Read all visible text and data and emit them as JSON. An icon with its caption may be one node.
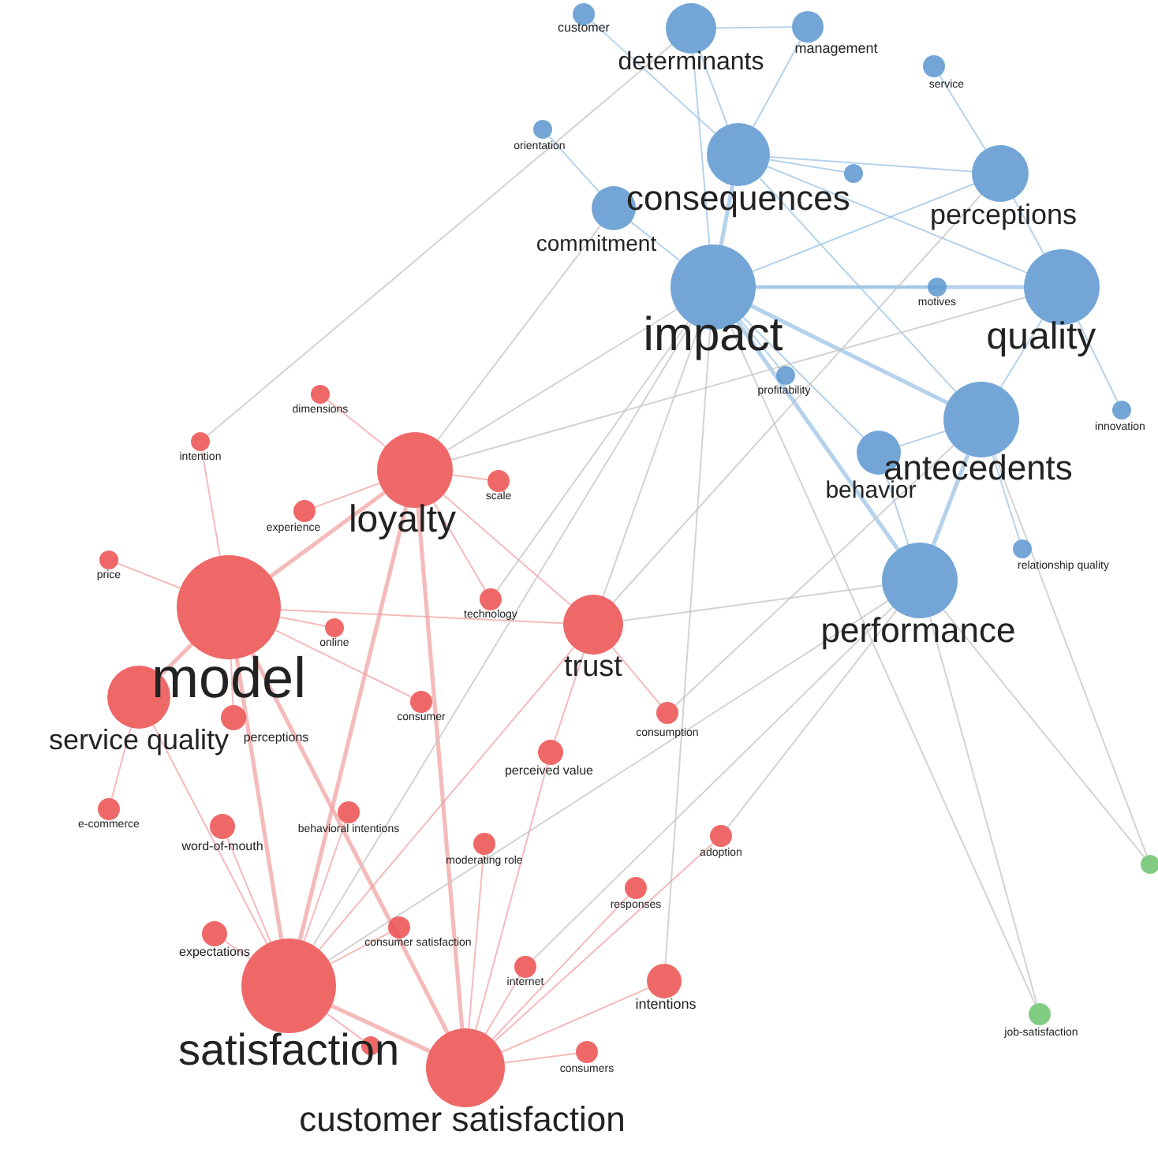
{
  "diagram": {
    "nodes": [
      {
        "text": [
          "customer"
        ]
      },
      {
        "text": [
          "determinants"
        ]
      },
      {
        "text": [
          "management"
        ]
      },
      {
        "text": [
          "service"
        ]
      },
      {
        "text": [
          "orientation"
        ]
      },
      {
        "text": [
          "consequences"
        ]
      },
      {
        "text": [],
        "shape": "circle"
      },
      {
        "text": [
          "perceptions"
        ]
      },
      {
        "text": [
          "commitment"
        ]
      },
      {
        "text": [
          "impact"
        ]
      },
      {
        "text": [
          "quality"
        ]
      },
      {
        "text": [
          "motives"
        ]
      },
      {
        "text": [
          "profitability"
        ]
      },
      {
        "text": [
          "innovation"
        ]
      },
      {
        "text": [
          "antecedents"
        ]
      },
      {
        "text": [
          "behavior"
        ]
      },
      {
        "text": [
          "relationship quality"
        ]
      },
      {
        "text": [
          "performance"
        ]
      },
      {
        "text": [
          "dimensions"
        ]
      },
      {
        "text": [
          "intention"
        ]
      },
      {
        "text": [
          "loyalty"
        ]
      },
      {
        "text": [
          "scale"
        ]
      },
      {
        "text": [
          "experience"
        ]
      },
      {
        "text": [
          "price"
        ]
      },
      {
        "text": [
          "model"
        ]
      },
      {
        "text": [
          "online"
        ]
      },
      {
        "text": [
          "technology"
        ]
      },
      {
        "text": [
          "trust"
        ]
      },
      {
        "text": [
          "service quality"
        ]
      },
      {
        "text": [
          "perceptions"
        ]
      },
      {
        "text": [
          "consumer"
        ]
      },
      {
        "text": [
          "consumption"
        ]
      },
      {
        "text": [
          "perceived value"
        ]
      },
      {
        "text": [
          "e-commerce"
        ]
      },
      {
        "text": [
          "word-of-mouth"
        ]
      },
      {
        "text": [
          "behavioral intentions"
        ]
      },
      {
        "text": [
          "adoption"
        ]
      },
      {
        "text": [
          "moderating role"
        ]
      },
      {
        "text": [
          "responses"
        ]
      },
      {
        "text": [
          "expectations"
        ]
      },
      {
        "text": [
          "consumer satisfaction"
        ]
      },
      {
        "text": [
          "internet"
        ]
      },
      {
        "text": [
          "intentions"
        ]
      },
      {
        "text": [
          "satisfaction"
        ]
      },
      {
        "text": [],
        "shape": "circle"
      },
      {
        "text": [
          "customer satisfaction"
        ]
      },
      {
        "text": [
          "consumers"
        ]
      },
      {
        "text": [
          "job-satisfaction"
        ]
      },
      {
        "text": [],
        "shape": "circle"
      }
    ],
    "edges": [
      {
        "from": 9,
        "to": 5,
        "arrow": "none",
        "color": "#9cc3e6",
        "style": "thick"
      },
      {
        "from": 9,
        "to": 10,
        "arrow": "none",
        "color": "#9cc3e6",
        "style": "thick"
      },
      {
        "from": 9,
        "to": 14,
        "arrow": "none",
        "color": "#9cc3e6",
        "style": "thick"
      },
      {
        "from": 9,
        "to": 17,
        "arrow": "none",
        "color": "#9cc3e6",
        "style": "thick"
      },
      {
        "from": 9,
        "to": 7,
        "arrow": "none",
        "color": "#9cc3e6"
      },
      {
        "from": 9,
        "to": 1,
        "arrow": "none",
        "color": "#9cc3e6"
      },
      {
        "from": 9,
        "to": 8,
        "arrow": "none",
        "color": "#9cc3e6"
      },
      {
        "from": 5,
        "to": 7,
        "arrow": "none",
        "color": "#9cc3e6"
      },
      {
        "from": 5,
        "to": 10,
        "arrow": "none",
        "color": "#9cc3e6"
      },
      {
        "from": 5,
        "to": 14,
        "arrow": "none",
        "color": "#9cc3e6"
      },
      {
        "from": 5,
        "to": 1,
        "arrow": "none",
        "color": "#9cc3e6"
      },
      {
        "from": 10,
        "to": 14,
        "arrow": "none",
        "color": "#9cc3e6"
      },
      {
        "from": 10,
        "to": 7,
        "arrow": "none",
        "color": "#9cc3e6"
      },
      {
        "from": 14,
        "to": 17,
        "arrow": "none",
        "color": "#9cc3e6",
        "style": "thick"
      },
      {
        "from": 15,
        "to": 17,
        "arrow": "none",
        "color": "#9cc3e6"
      },
      {
        "from": 9,
        "to": 15,
        "arrow": "none",
        "color": "#9cc3e6"
      },
      {
        "from": 15,
        "to": 14,
        "arrow": "none",
        "color": "#9cc3e6"
      },
      {
        "from": 1,
        "to": 2,
        "arrow": "none",
        "color": "#9cc3e6"
      },
      {
        "from": 7,
        "to": 3,
        "arrow": "none",
        "color": "#9cc3e6"
      },
      {
        "from": 9,
        "to": 12,
        "arrow": "none",
        "color": "#9cc3e6"
      },
      {
        "from": 14,
        "to": 16,
        "arrow": "none",
        "color": "#9cc3e6"
      },
      {
        "from": 10,
        "to": 13,
        "arrow": "none",
        "color": "#9cc3e6"
      },
      {
        "from": 8,
        "to": 4,
        "arrow": "none",
        "color": "#9cc3e6"
      },
      {
        "from": 0,
        "to": 5,
        "arrow": "none",
        "color": "#9cc3e6"
      },
      {
        "from": 11,
        "to": 9,
        "arrow": "none",
        "color": "#9cc3e6"
      },
      {
        "from": 6,
        "to": 5,
        "arrow": "none",
        "color": "#9cc3e6"
      },
      {
        "from": 2,
        "to": 5,
        "arrow": "none",
        "color": "#9cc3e6"
      },
      {
        "from": 24,
        "to": 20,
        "arrow": "none",
        "style": "thick"
      },
      {
        "from": 24,
        "to": 43,
        "arrow": "none",
        "style": "thick"
      },
      {
        "from": 24,
        "to": 27,
        "arrow": "none"
      },
      {
        "from": 24,
        "to": 28,
        "arrow": "none",
        "style": "thick"
      },
      {
        "from": 20,
        "to": 43,
        "arrow": "none",
        "style": "thick"
      },
      {
        "from": 20,
        "to": 45,
        "arrow": "none",
        "style": "thick"
      },
      {
        "from": 20,
        "to": 27,
        "arrow": "none"
      },
      {
        "from": 27,
        "to": 43,
        "arrow": "none"
      },
      {
        "from": 32,
        "to": 27,
        "arrow": "none"
      },
      {
        "from": 43,
        "to": 45,
        "arrow": "none",
        "style": "thick"
      },
      {
        "from": 24,
        "to": 45,
        "arrow": "none",
        "style": "thick"
      },
      {
        "from": 28,
        "to": 43,
        "arrow": "none"
      },
      {
        "from": 34,
        "to": 43,
        "arrow": "none"
      },
      {
        "from": 39,
        "to": 43,
        "arrow": "none"
      },
      {
        "from": 42,
        "to": 45,
        "arrow": "none"
      },
      {
        "from": 32,
        "to": 45,
        "arrow": "none"
      },
      {
        "from": 20,
        "to": 21,
        "arrow": "none"
      },
      {
        "from": 20,
        "to": 22,
        "arrow": "none"
      },
      {
        "from": 24,
        "to": 23,
        "arrow": "none"
      },
      {
        "from": 24,
        "to": 19,
        "arrow": "none"
      },
      {
        "from": 20,
        "to": 18,
        "arrow": "none"
      },
      {
        "from": 24,
        "to": 25,
        "arrow": "none"
      },
      {
        "from": 26,
        "to": 20,
        "arrow": "none"
      },
      {
        "from": 30,
        "to": 24,
        "arrow": "none"
      },
      {
        "from": 31,
        "to": 27,
        "arrow": "none"
      },
      {
        "from": 33,
        "to": 28,
        "arrow": "none"
      },
      {
        "from": 35,
        "to": 43,
        "arrow": "none"
      },
      {
        "from": 36,
        "to": 45,
        "arrow": "none"
      },
      {
        "from": 37,
        "to": 45,
        "arrow": "none"
      },
      {
        "from": 38,
        "to": 45,
        "arrow": "none"
      },
      {
        "from": 40,
        "to": 43,
        "arrow": "none"
      },
      {
        "from": 41,
        "to": 45,
        "arrow": "none"
      },
      {
        "from": 46,
        "to": 45,
        "arrow": "none"
      },
      {
        "from": 29,
        "to": 24,
        "arrow": "none"
      },
      {
        "from": 44,
        "to": 43,
        "arrow": "none"
      },
      {
        "from": 9,
        "to": 26,
        "arrow": "none",
        "color": "#c4c4c4"
      },
      {
        "from": 9,
        "to": 20,
        "arrow": "none",
        "color": "#c4c4c4"
      },
      {
        "from": 9,
        "to": 43,
        "arrow": "none",
        "color": "#c4c4c4"
      },
      {
        "from": 9,
        "to": 27,
        "arrow": "none",
        "color": "#c4c4c4"
      },
      {
        "from": 17,
        "to": 43,
        "arrow": "none",
        "color": "#c4c4c4"
      },
      {
        "from": 17,
        "to": 41,
        "arrow": "none",
        "color": "#c4c4c4"
      },
      {
        "from": 14,
        "to": 31,
        "arrow": "none",
        "color": "#c4c4c4"
      },
      {
        "from": 8,
        "to": 20,
        "arrow": "none",
        "color": "#c4c4c4"
      },
      {
        "from": 10,
        "to": 20,
        "arrow": "none",
        "color": "#c4c4c4"
      },
      {
        "from": 17,
        "to": 27,
        "arrow": "none",
        "color": "#c4c4c4"
      },
      {
        "from": 1,
        "to": 19,
        "arrow": "none",
        "color": "#c4c4c4"
      },
      {
        "from": 7,
        "to": 27,
        "arrow": "none",
        "color": "#c4c4c4"
      },
      {
        "from": 47,
        "to": 17,
        "arrow": "none",
        "color": "#c4c4c4"
      },
      {
        "from": 47,
        "to": 9,
        "arrow": "none",
        "color": "#c4c4c4"
      },
      {
        "from": 48,
        "to": 17,
        "arrow": "none",
        "color": "#c4c4c4"
      },
      {
        "from": 48,
        "to": 14,
        "arrow": "none",
        "color": "#c4c4c4"
      },
      {
        "from": 42,
        "to": 9,
        "arrow": "none",
        "color": "#c4c4c4"
      },
      {
        "from": 36,
        "to": 17,
        "arrow": "none",
        "color": "#c4c4c4"
      }
    ]
  }
}
